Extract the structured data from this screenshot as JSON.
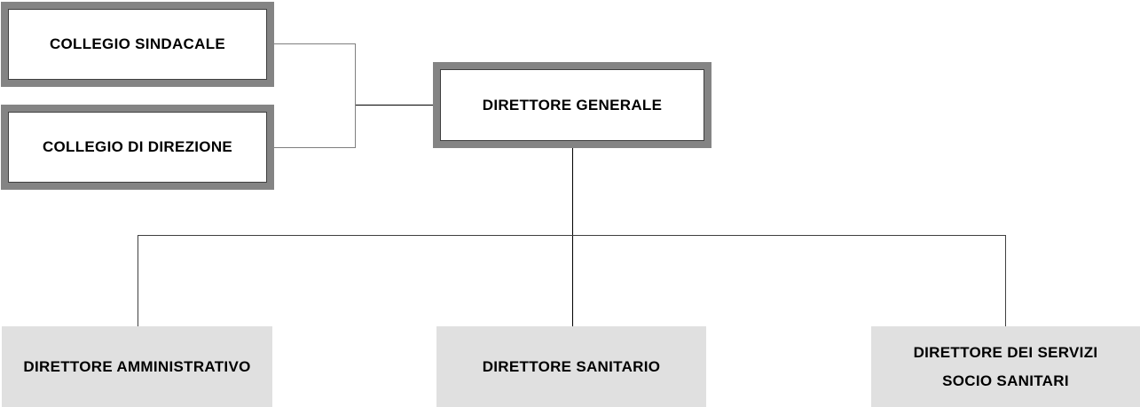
{
  "diagram": {
    "type": "org-chart",
    "nodes": {
      "collegio_sindacale": {
        "label": "COLLEGIO SINDACALE",
        "style": "thick-gray-border-white-fill"
      },
      "collegio_di_direzione": {
        "label": "COLLEGIO DI DIREZIONE",
        "style": "thick-gray-border-white-fill"
      },
      "direttore_generale": {
        "label": "DIRETTORE GENERALE",
        "style": "thick-gray-border-white-fill"
      },
      "direttore_amministrativo": {
        "label": "DIRETTORE AMMINISTRATIVO",
        "style": "light-gray-fill"
      },
      "direttore_sanitario": {
        "label": "DIRETTORE SANITARIO",
        "style": "light-gray-fill"
      },
      "direttore_servizi_socio_sanitari": {
        "label_line1": "DIRETTORE DEI SERVIZI",
        "label_line2": "SOCIO SANITARI",
        "style": "light-gray-fill"
      }
    },
    "edges": [
      {
        "from": "collegio_sindacale",
        "to": "direttore_generale"
      },
      {
        "from": "collegio_di_direzione",
        "to": "direttore_generale"
      },
      {
        "from": "direttore_generale",
        "to": "direttore_amministrativo"
      },
      {
        "from": "direttore_generale",
        "to": "direttore_sanitario"
      },
      {
        "from": "direttore_generale",
        "to": "direttore_servizi_socio_sanitari"
      }
    ],
    "colors": {
      "thick_border_gray": "#848484",
      "box_inner_outline": "#3f3f3f",
      "filled_box_bg": "#e0e0e0",
      "connector_gray": "#7f7f7f",
      "connector_black": "#000000",
      "connector_dark": "#404040",
      "text": "#000000",
      "background": "#ffffff"
    }
  }
}
